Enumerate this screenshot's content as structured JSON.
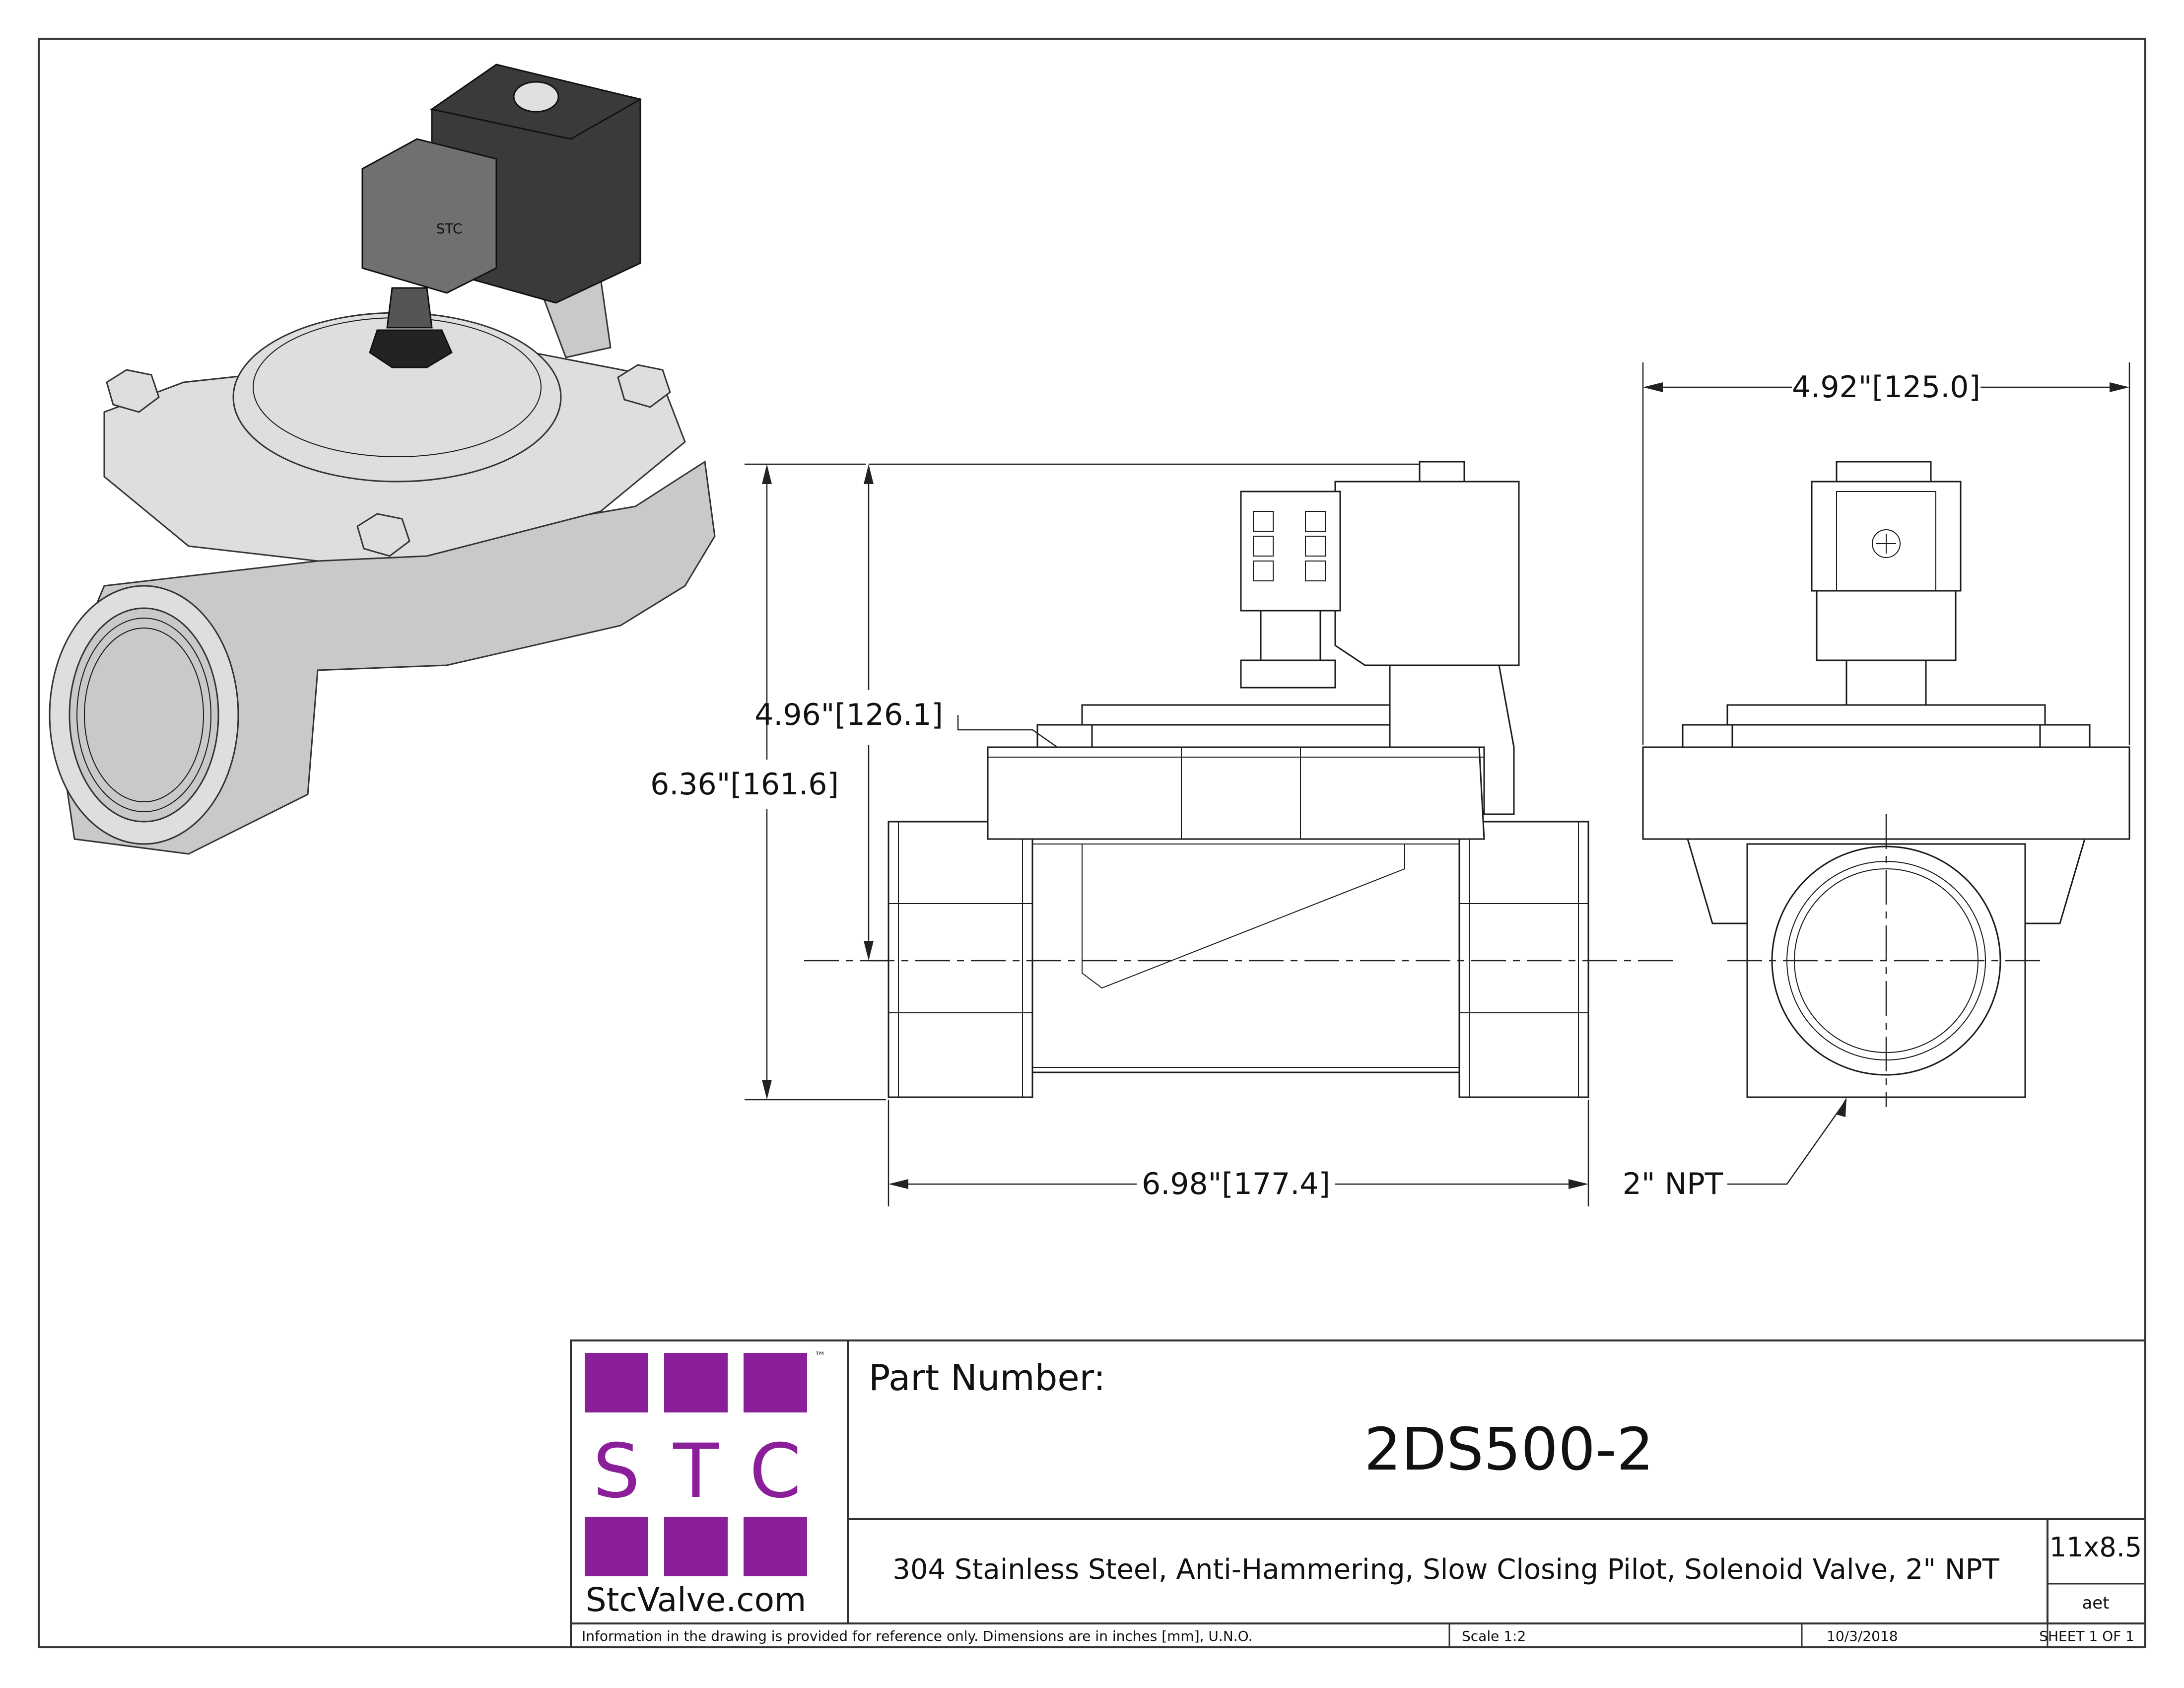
{
  "title_block": {
    "part_number_label": "Part Number:",
    "part_number": "2DS500-2",
    "description": "304 Stainless Steel, Anti-Hammering, Slow Closing Pilot, Solenoid Valve, 2\" NPT",
    "sheet_size": "11x8.5",
    "drawn_by": "aet",
    "disclaimer": "Information in the drawing is provided for reference only. Dimensions are in inches [mm], U.N.O.",
    "scale": "Scale   1:2",
    "date": "10/3/2018",
    "sheet": "SHEET 1 OF 1"
  },
  "logo": {
    "letters": [
      "S",
      "T",
      "C"
    ],
    "trademark": "™",
    "website": "StcValve.com",
    "brand_color": "#8a1f99"
  },
  "dimensions": {
    "width_side": "4.92\"[125.0]",
    "height_to_cover": "4.96\"[126.1]",
    "overall_height": "6.36\"[161.6]",
    "overall_length": "6.98\"[177.4]",
    "port_callout": "2\" NPT"
  },
  "connector_label": "STC"
}
